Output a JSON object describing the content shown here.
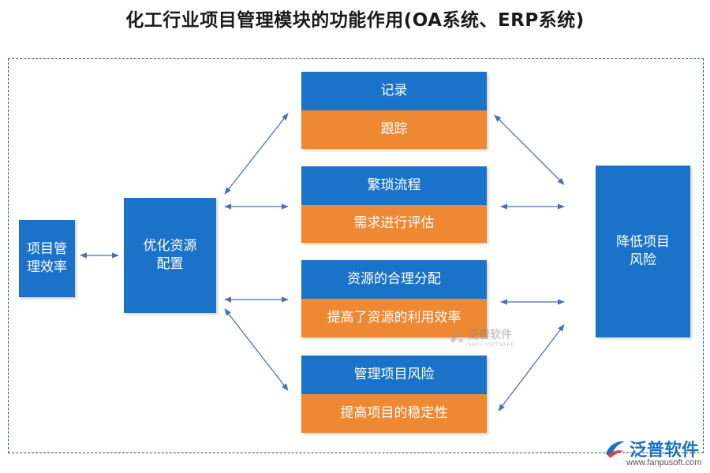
{
  "title": "化工行业项目管理模块的功能作用(OA系统、ERP系统)",
  "nodes": {
    "efficiency": "项目管理效率",
    "optimize": "优化资源配置",
    "risk": "降低项目风险"
  },
  "stacks": [
    {
      "top": "记录",
      "bottom": "跟踪"
    },
    {
      "top": "繁琐流程",
      "bottom": "需求进行评估"
    },
    {
      "top": "资源的合理分配",
      "bottom": "提高了资源的利用效率"
    },
    {
      "top": "管理项目风险",
      "bottom": "提高项目的稳定性"
    }
  ],
  "watermark": {
    "name": "泛普软件",
    "sub": "FANPU SOFTWARE"
  },
  "logo": {
    "name": "泛普软件",
    "url": "www.fanpusoft.com"
  },
  "colors": {
    "blue": "#1a73c8",
    "orange": "#ee8832",
    "arrow": "#4a6fb5"
  }
}
